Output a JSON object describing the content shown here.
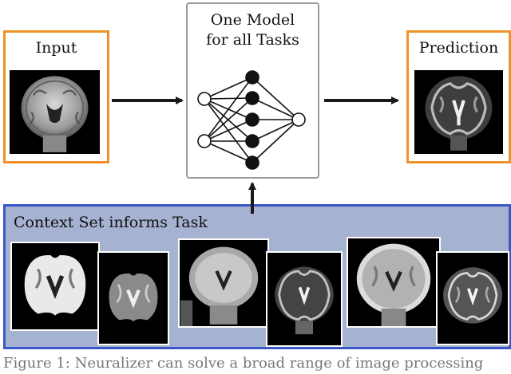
{
  "input": {
    "label": "Input"
  },
  "model": {
    "title_line1": "One Model",
    "title_line2": "for all Tasks"
  },
  "prediction": {
    "label": "Prediction"
  },
  "context": {
    "label": "Context Set informs Task"
  },
  "caption": {
    "text": "Figure 1: Neuralizer can solve a broad range of image processing"
  },
  "colors": {
    "io_border": "#f0922a",
    "context_border": "#3a57c8",
    "context_fill": "#a6b2d1",
    "model_border": "#9a9a9a",
    "arrow": "#1a1a1a"
  }
}
